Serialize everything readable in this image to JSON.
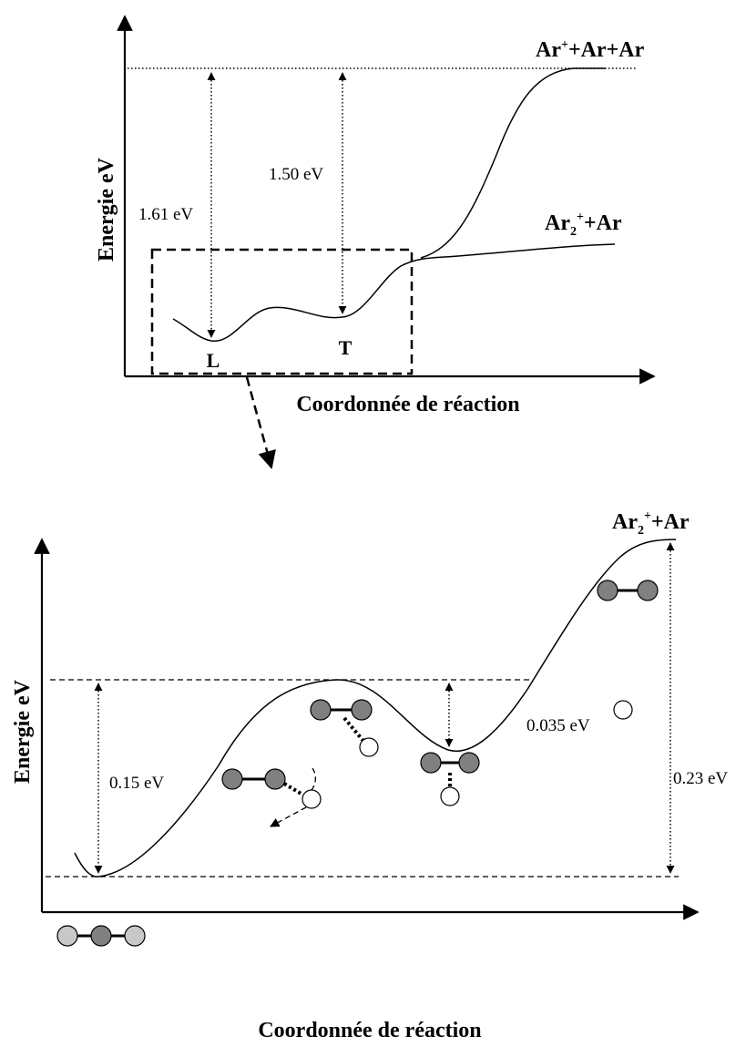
{
  "top_diagram": {
    "y_axis_label": "Energie eV",
    "x_axis_label": "Coordonnée de réaction",
    "asymptote_upper": {
      "base": "Ar",
      "sup": "+",
      "rest": "+Ar+Ar"
    },
    "asymptote_lower": {
      "base": "Ar",
      "sub": "2",
      "sup": "+",
      "rest": "+Ar"
    },
    "gap_L_label": "1.61 eV",
    "gap_T_label": "1.50 eV",
    "state_L": "L",
    "state_T": "T"
  },
  "bottom_diagram": {
    "y_axis_label": "Energie eV",
    "x_axis_label": "Coordonnée de réaction",
    "asymptote": {
      "base": "Ar",
      "sub": "2",
      "sup": "+",
      "rest": "+Ar"
    },
    "barrier_label": "0.15 eV",
    "well_depth_label": "0.035 eV",
    "dissociation_label": "0.23 eV"
  }
}
